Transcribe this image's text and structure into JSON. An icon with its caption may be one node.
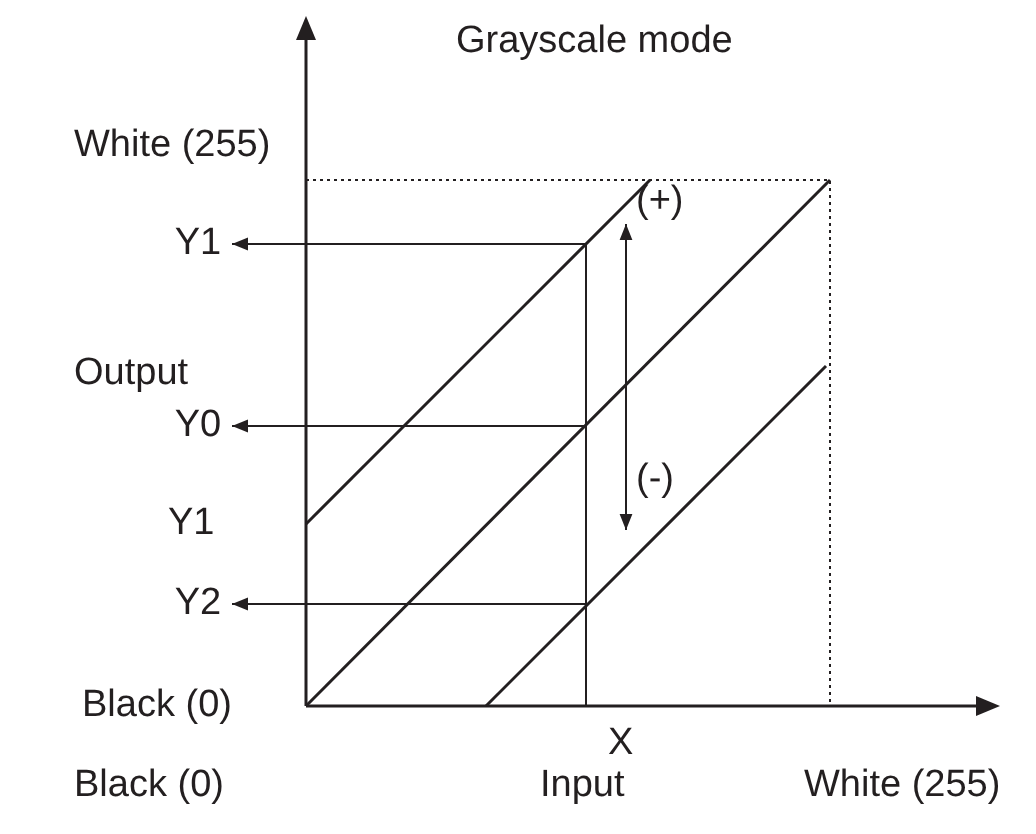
{
  "diagram": {
    "title": "Grayscale mode",
    "nodes": [
      {
        "text": [
          "Y1"
        ]
      },
      {
        "text": [
          "Y0"
        ]
      },
      {
        "text": [
          "Y2"
        ]
      }
    ],
    "edges": [
      {
        "from": null,
        "to": 0,
        "arrow": "to"
      },
      {
        "from": null,
        "to": 1,
        "arrow": "to"
      },
      {
        "from": null,
        "to": 2,
        "arrow": "to"
      }
    ],
    "labels": [
      "White (255)",
      "Output",
      "Y1",
      "Black (0)",
      "X",
      "Black (0)",
      "Input",
      "White (255)",
      "(+)",
      "(-)"
    ]
  }
}
